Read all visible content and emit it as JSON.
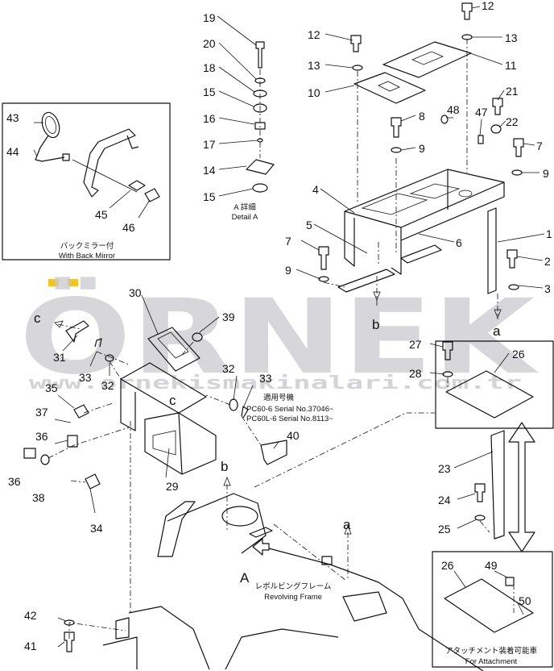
{
  "watermark": {
    "brand": "ÖRNEK",
    "site": "www.ornekismakinalari.com.tr",
    "accent_color": "#f2c428",
    "text_color": "#c9c9cf"
  },
  "boxes": {
    "mirror": {
      "jp": "バックミラー付",
      "en": "With Back Mirror"
    },
    "attachment": {
      "jp": "アタッチメント装着可能車",
      "en": "For Attachment"
    }
  },
  "detail_a": {
    "jp": "A 詳細",
    "en": "Detail A"
  },
  "revolving_frame": {
    "jp": "レボルビングフレーム",
    "en": "Revolving Frame"
  },
  "serial_note": {
    "jp": "適用号機",
    "line1": "PC60-6   Serial No.37046~",
    "line2": "PC60L-6  Serial No.8113~"
  },
  "letters": [
    "A",
    "a",
    "b",
    "c"
  ],
  "callouts": [
    "1",
    "2",
    "3",
    "4",
    "5",
    "6",
    "7",
    "8",
    "9",
    "10",
    "11",
    "12",
    "13",
    "14",
    "15",
    "16",
    "17",
    "18",
    "19",
    "20",
    "21",
    "22",
    "23",
    "24",
    "25",
    "26",
    "27",
    "28",
    "29",
    "30",
    "31",
    "32",
    "33",
    "34",
    "35",
    "36",
    "37",
    "38",
    "39",
    "40",
    "41",
    "42",
    "43",
    "44",
    "45",
    "46",
    "47",
    "48",
    "49",
    "50"
  ]
}
